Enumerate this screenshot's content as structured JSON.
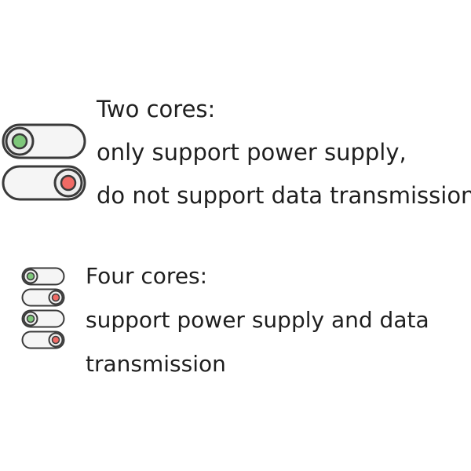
{
  "two_cores": {
    "heading": "Two cores:",
    "line1": "only support power supply,",
    "line2": "do not support data transmission",
    "toggles": [
      {
        "state": "on",
        "knob_color": "#7ec77a"
      },
      {
        "state": "off",
        "knob_color": "#f06a65"
      }
    ]
  },
  "four_cores": {
    "heading": "Four cores:",
    "line1": "support power supply and data",
    "line2": "transmission",
    "toggles": [
      {
        "state": "on",
        "knob_color": "#7ec77a"
      },
      {
        "state": "off",
        "knob_color": "#f06a65"
      },
      {
        "state": "on",
        "knob_color": "#7ec77a"
      },
      {
        "state": "off",
        "knob_color": "#f06a65"
      }
    ]
  },
  "colors": {
    "outline": "#3a3a3a",
    "track": "#f5f5f5",
    "knob_ring": "#ededed",
    "on": "#7ec77a",
    "off": "#f06a65"
  }
}
